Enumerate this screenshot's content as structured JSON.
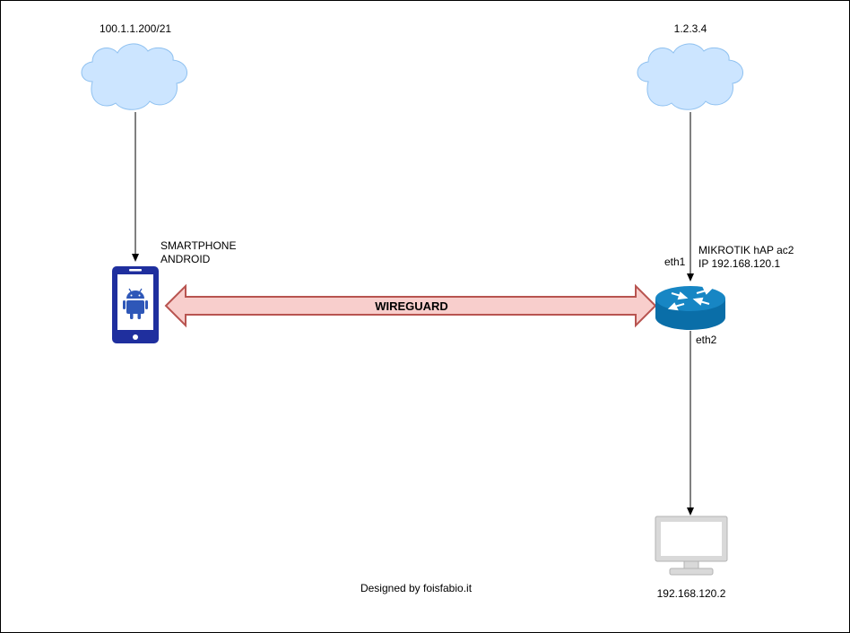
{
  "colors": {
    "cloud_fill": "#cce5ff",
    "cloud_stroke": "#8fc1f0",
    "phone_blue": "#1f2f9e",
    "android_blue": "#2e57b8",
    "router_fill": "#0a6ea8",
    "router_top": "#1786c4",
    "arrow_fill": "#f8cecc",
    "arrow_stroke": "#b85450",
    "monitor_gray": "#d9d9d9",
    "monitor_screen": "#ffffff"
  },
  "clouds": {
    "left": {
      "label": "100.1.1.200/21",
      "icon": "cloud-icon"
    },
    "right": {
      "label": "1.2.3.4",
      "icon": "cloud-icon"
    }
  },
  "smartphone": {
    "line1": "SMARTPHONE",
    "line2": "ANDROID",
    "icon": "android-smartphone-icon"
  },
  "tunnel": {
    "label": "WIREGUARD",
    "icon": "double-arrow-icon"
  },
  "router": {
    "title": "MIKROTIK hAP ac2",
    "ip": "IP 192.168.120.1",
    "port_in": "eth1",
    "port_out": "eth2",
    "icon": "router-icon"
  },
  "client": {
    "ip": "192.168.120.2",
    "icon": "monitor-icon"
  },
  "footer": {
    "credit": "Designed by foisfabio.it"
  }
}
